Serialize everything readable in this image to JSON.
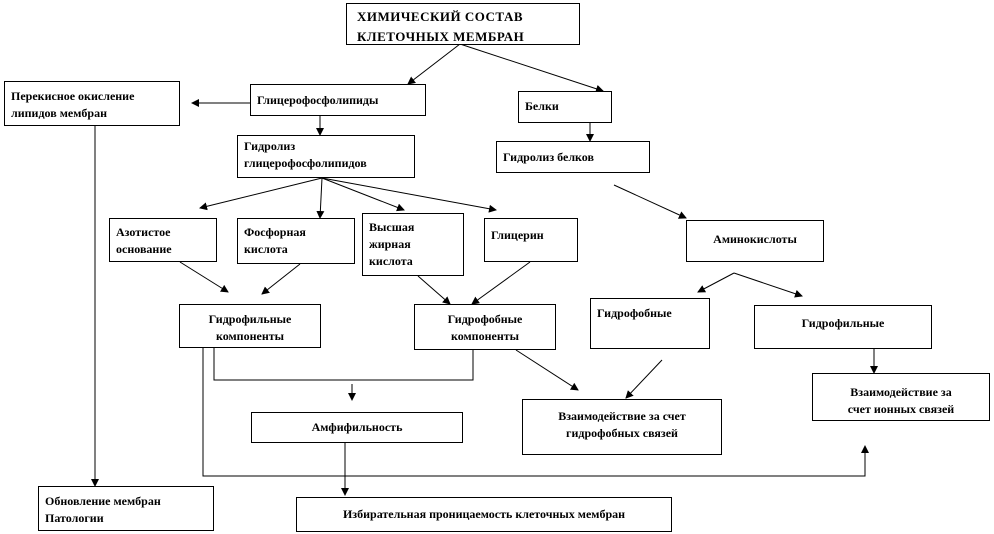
{
  "diagram": {
    "nodes": {
      "root": "ХИМИЧЕСКИЙ СОСТАВ\nКЛЕТОЧНЫХ МЕМБРАН",
      "glycerophospholipids": "Глицерофосфолипиды",
      "proteins": "Белки",
      "lipid_peroxidation": "Перекисное окисление\nлипидов мембран",
      "gp_hydrolysis": "Гидролиз\nглицерофосфолипидов",
      "protein_hydrolysis": "Гидролиз белков",
      "nitrogen_base": "Азотистое\nоснование",
      "phosphoric_acid": "Фосфорная\nкислота",
      "fatty_acid": "Высшая\nжирная\nкислота",
      "glycerol": "Глицерин",
      "amino_acids": "Аминокислоты",
      "hydrophilic_components": "Гидрофильные\nкомпоненты",
      "hydrophobic_components": "Гидрофобные\nкомпоненты",
      "hydrophobic": "Гидрофобные",
      "hydrophilic": "Гидрофильные",
      "amphiphilicity": "Амфифильность",
      "hydrophobic_interactions": "Взаимодействие за счет\nгидрофобных связей",
      "ionic_interactions": "Взаимодействие за\nсчет ионных связей",
      "membrane_renewal": "Обновление мембран\nПатологии",
      "selective_permeability": "Избирательная проницаемость клеточных мембран"
    }
  }
}
